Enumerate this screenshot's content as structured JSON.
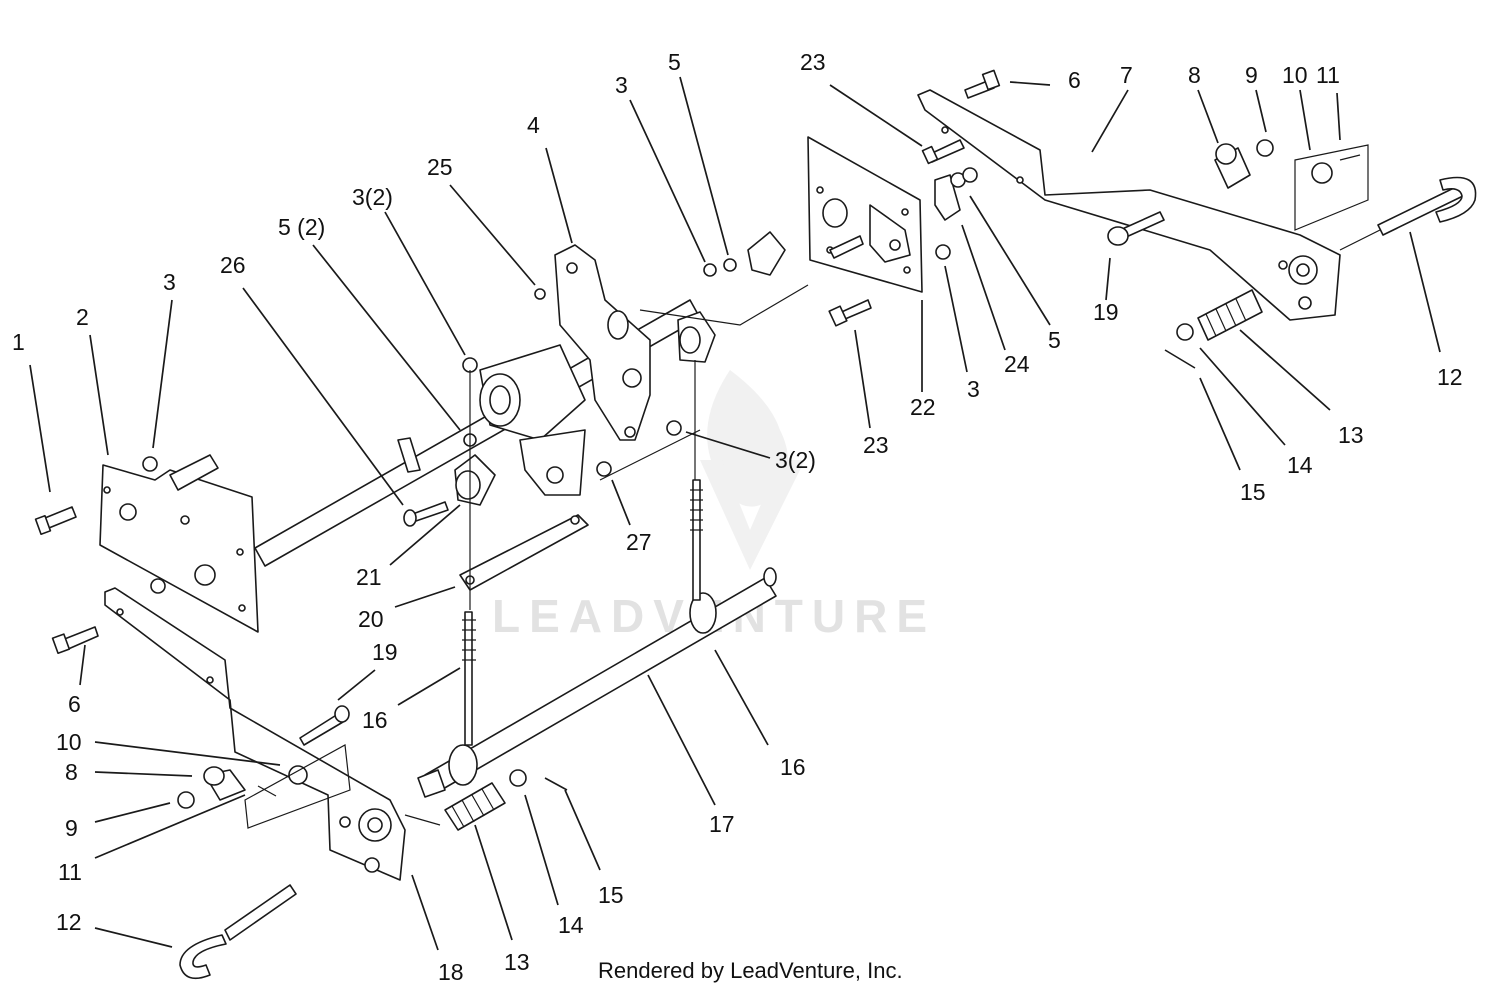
{
  "diagram": {
    "watermark_text": "LEADVENTURE",
    "footer_text": "Rendered by LeadVenture, Inc.",
    "callouts": [
      {
        "id": "c1",
        "label": "1"
      },
      {
        "id": "c2",
        "label": "2"
      },
      {
        "id": "c3a",
        "label": "3"
      },
      {
        "id": "c26",
        "label": "26"
      },
      {
        "id": "c52a",
        "label": "5 (2)"
      },
      {
        "id": "c32a",
        "label": "3(2)"
      },
      {
        "id": "c25",
        "label": "25"
      },
      {
        "id": "c4",
        "label": "4"
      },
      {
        "id": "c3b",
        "label": "3"
      },
      {
        "id": "c5a",
        "label": "5"
      },
      {
        "id": "c23a",
        "label": "23"
      },
      {
        "id": "c6a",
        "label": "6"
      },
      {
        "id": "c7",
        "label": "7"
      },
      {
        "id": "c8a",
        "label": "8"
      },
      {
        "id": "c9a",
        "label": "9"
      },
      {
        "id": "c10a",
        "label": "10"
      },
      {
        "id": "c11a",
        "label": "11"
      },
      {
        "id": "c19a",
        "label": "19"
      },
      {
        "id": "c5b",
        "label": "5"
      },
      {
        "id": "c24",
        "label": "24"
      },
      {
        "id": "c3c",
        "label": "3"
      },
      {
        "id": "c22",
        "label": "22"
      },
      {
        "id": "c23b",
        "label": "23"
      },
      {
        "id": "c12a",
        "label": "12"
      },
      {
        "id": "c13a",
        "label": "13"
      },
      {
        "id": "c14a",
        "label": "14"
      },
      {
        "id": "c15a",
        "label": "15"
      },
      {
        "id": "c32b",
        "label": "3(2)"
      },
      {
        "id": "c27",
        "label": "27"
      },
      {
        "id": "c21",
        "label": "21"
      },
      {
        "id": "c20",
        "label": "20"
      },
      {
        "id": "c6b",
        "label": "6"
      },
      {
        "id": "c19b",
        "label": "19"
      },
      {
        "id": "c16a",
        "label": "16"
      },
      {
        "id": "c16b",
        "label": "16"
      },
      {
        "id": "c17",
        "label": "17"
      },
      {
        "id": "c10b",
        "label": "10"
      },
      {
        "id": "c8b",
        "label": "8"
      },
      {
        "id": "c9b",
        "label": "9"
      },
      {
        "id": "c11b",
        "label": "11"
      },
      {
        "id": "c12b",
        "label": "12"
      },
      {
        "id": "c18",
        "label": "18"
      },
      {
        "id": "c13b",
        "label": "13"
      },
      {
        "id": "c14b",
        "label": "14"
      },
      {
        "id": "c15b",
        "label": "15"
      }
    ]
  }
}
